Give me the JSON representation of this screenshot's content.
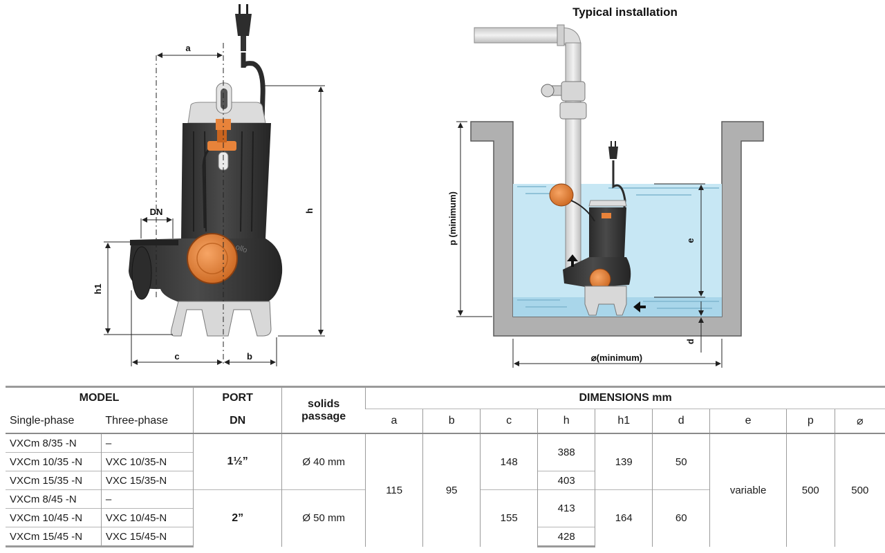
{
  "installation": {
    "title": "Typical installation",
    "label_p": "p (minimum)",
    "label_e": "e",
    "label_d": "d",
    "label_width": "⌀(minimum)"
  },
  "pump_drawing": {
    "label_a": "a",
    "label_dn": "DN",
    "label_h": "h",
    "label_h1": "h1",
    "label_c": "c",
    "label_b": "b"
  },
  "colors": {
    "pump_body": "#3b3b3b",
    "float_orange": "#e8833a",
    "water": "#bfe3f2",
    "pit_wall": "#b0b0b0"
  },
  "table": {
    "headers": {
      "model": "MODEL",
      "single_phase": "Single-phase",
      "three_phase": "Three-phase",
      "port": "PORT",
      "dn": "DN",
      "solids": "solids",
      "passage": "passage",
      "dimensions": "DIMENSIONS mm",
      "cols": [
        "a",
        "b",
        "c",
        "h",
        "h1",
        "d",
        "e",
        "p",
        "⌀"
      ]
    },
    "rows": [
      {
        "single": "VXCm 8/35   -N",
        "three": "–"
      },
      {
        "single": "VXCm 10/35 -N",
        "three": "VXC 10/35-N"
      },
      {
        "single": "VXCm 15/35 -N",
        "three": "VXC 15/35-N"
      },
      {
        "single": "VXCm 8/45   -N",
        "three": "–"
      },
      {
        "single": "VXCm 10/45 -N",
        "three": "VXC 10/45-N"
      },
      {
        "single": "VXCm 15/45 -N",
        "three": "VXC 15/45-N"
      }
    ],
    "group35": {
      "dn": "1½”",
      "solids": "Ø 40 mm",
      "c": "148",
      "h_a": "388",
      "h_b": "403",
      "h1": "139",
      "d": "50"
    },
    "group45": {
      "dn": "2”",
      "solids": "Ø 50 mm",
      "c": "155",
      "h_a": "413",
      "h_b": "428",
      "h1": "164",
      "d": "60"
    },
    "shared": {
      "a": "115",
      "b": "95",
      "e": "variable",
      "p": "500",
      "dia": "500"
    }
  }
}
